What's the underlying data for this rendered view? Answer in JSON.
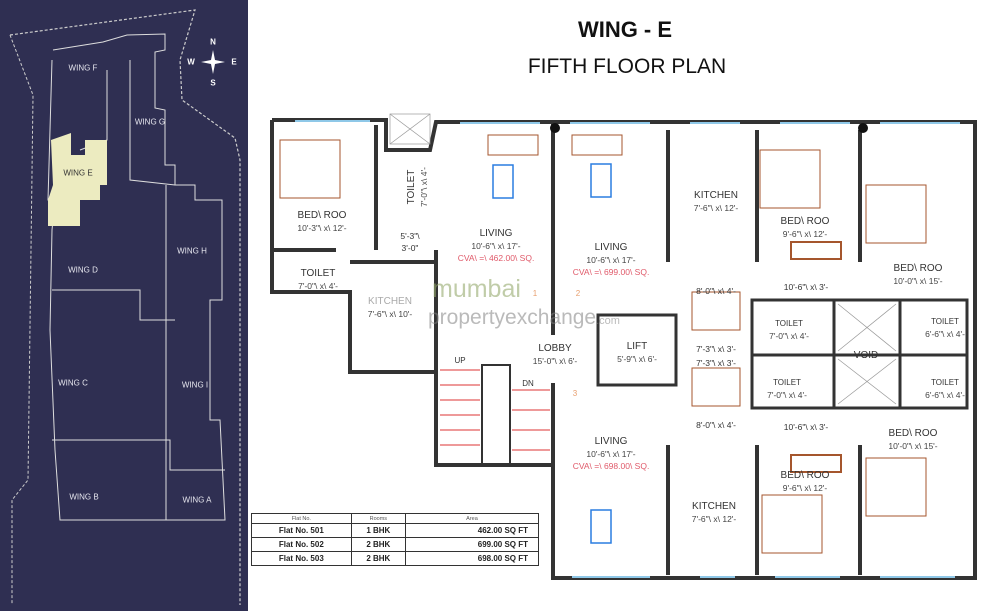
{
  "header": {
    "title": "WING - E",
    "subtitle": "FIFTH FLOOR PLAN"
  },
  "site_plan": {
    "wings": [
      "WING F",
      "WING G",
      "WING E",
      "WING D",
      "WING H",
      "WING C",
      "WING I",
      "WING B",
      "WING A"
    ],
    "highlighted": "WING E",
    "compass": {
      "n": "N",
      "s": "S",
      "e": "E",
      "w": "W"
    },
    "colors": {
      "background": "#2f2f52",
      "highlight": "#ecebc0"
    }
  },
  "rooms": [
    {
      "name": "BED\\ ROO",
      "dims": "10'-3\"\\ x\\ 12'-"
    },
    {
      "name": "TOILET",
      "dims": "7'-0\"\\ x\\ 4'-"
    },
    {
      "name": "5'-3\"\\",
      "dims": "3'-0\""
    },
    {
      "name": "TOILET",
      "dims": "7'-0\"\\ x\\ 4'-"
    },
    {
      "name": "KITCHEN",
      "dims": "7'-6\"\\ x\\ 10'-"
    },
    {
      "name": "LIVING",
      "dims": "10'-6\"\\ x\\ 17'-",
      "area": "CVA\\ =\\ 462.00\\ SQ."
    },
    {
      "name": "LIVING",
      "dims": "10'-6\"\\ x\\ 17'-",
      "area": "CVA\\ =\\ 699.00\\ SQ."
    },
    {
      "name": "LOBBY",
      "dims": "15'-0\"\\ x\\ 6'-"
    },
    {
      "name": "LIFT",
      "dims": "5'-9\"\\ x\\ 6'-"
    },
    {
      "name": "KITCHEN",
      "dims": "7'-6\"\\ x\\ 12'-"
    },
    {
      "name": "BED\\ ROO",
      "dims": "9'-6\"\\ x\\ 12'-"
    },
    {
      "name": "BED\\ ROO",
      "dims": "10'-0\"\\ x\\ 15'-"
    },
    {
      "name": "TOILET",
      "dims": "7'-0\"\\ x\\ 4'-"
    },
    {
      "name": "TOILET",
      "dims": "7'-0\"\\ x\\ 4'-"
    },
    {
      "name": "VOID"
    },
    {
      "name": "TOILET",
      "dims": "6'-6\"\\ x\\ 4'-"
    },
    {
      "name": "TOILET",
      "dims": "6'-6\"\\ x\\ 4'-"
    },
    {
      "name": "BED\\ ROO",
      "dims": "10'-0\"\\ x\\ 15'-"
    },
    {
      "name": "LIVING",
      "dims": "10'-6\"\\ x\\ 17'-",
      "area": "CVA\\ =\\ 698.00\\ SQ."
    },
    {
      "name": "KITCHEN",
      "dims": "7'-6\"\\ x\\ 12'-"
    },
    {
      "name": "BED\\ ROO",
      "dims": "9'-6\"\\ x\\ 12'-"
    }
  ],
  "dims": [
    "8'-0\"\\ x\\ 4'-",
    "7'-3\"\\ x\\ 3'-",
    "7'-3\"\\ x\\ 3'-",
    "8'-0\"\\ x\\ 4'-",
    "10'-6\"\\ x\\ 3'-",
    "10'-6\"\\ x\\ 3'-"
  ],
  "stairs": {
    "up": "UP",
    "dn": "DN"
  },
  "markers": [
    "1",
    "2",
    "3"
  ],
  "watermark": {
    "line1": "mumbai",
    "line2": "propertyexchange",
    ".com": ".com"
  },
  "table": {
    "headers": [
      "Flat No.",
      "Rooms",
      "Area"
    ],
    "rows": [
      [
        "Flat No. 501",
        "1 BHK",
        "462.00 SQ FT"
      ],
      [
        "Flat No. 502",
        "2 BHK",
        "699.00 SQ FT"
      ],
      [
        "Flat No. 503",
        "2 BHK",
        "698.00 SQ FT"
      ]
    ]
  }
}
